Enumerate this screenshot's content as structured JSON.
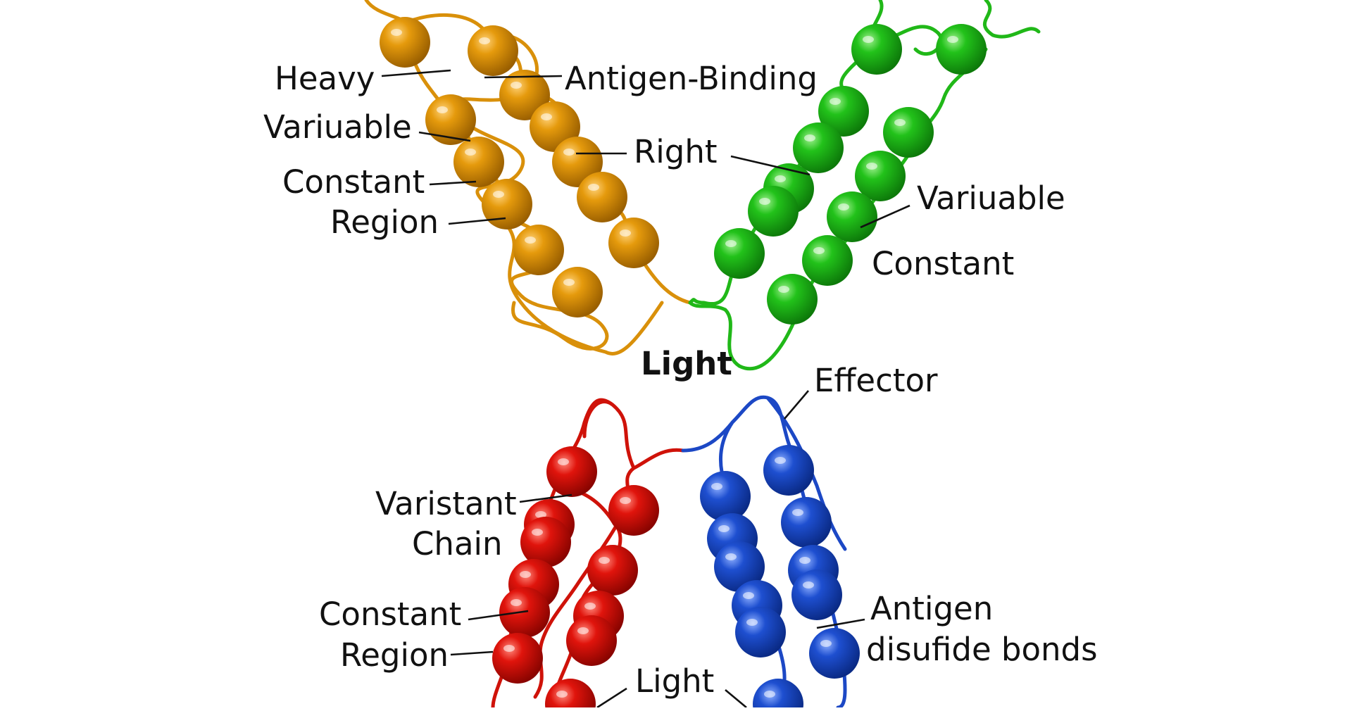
{
  "chains": [
    {
      "name": "heavy-chain-left",
      "color": "#e59a0c",
      "shade": "#9a5f00",
      "light": "#ffd27a"
    },
    {
      "name": "heavy-chain-right",
      "color": "#22c21a",
      "shade": "#0d7a0a",
      "light": "#9ff08f"
    },
    {
      "name": "light-chain-left",
      "color": "#e0140c",
      "shade": "#8a0400",
      "light": "#ff8a7d"
    },
    {
      "name": "light-chain-right",
      "color": "#1e4fd0",
      "shade": "#0a2a85",
      "light": "#8fb0ff"
    }
  ],
  "labels": {
    "heavy": "Heavy",
    "variuable_left": "Variuable",
    "constant_left": "Constant",
    "region_left": "Region",
    "antigen_binding": "Antigen-Binding",
    "right": "Right",
    "variuable_right": "Variuable",
    "constant_right": "Constant",
    "light_center": "Light",
    "effector": "Effector",
    "varistant": "Varistant",
    "chain": "Chain",
    "constant_bottom": "Constant",
    "region_bottom": "Region",
    "antigen": "Antigen",
    "disulfide_bonds": "disufide bonds",
    "light_bottom": "Light"
  }
}
